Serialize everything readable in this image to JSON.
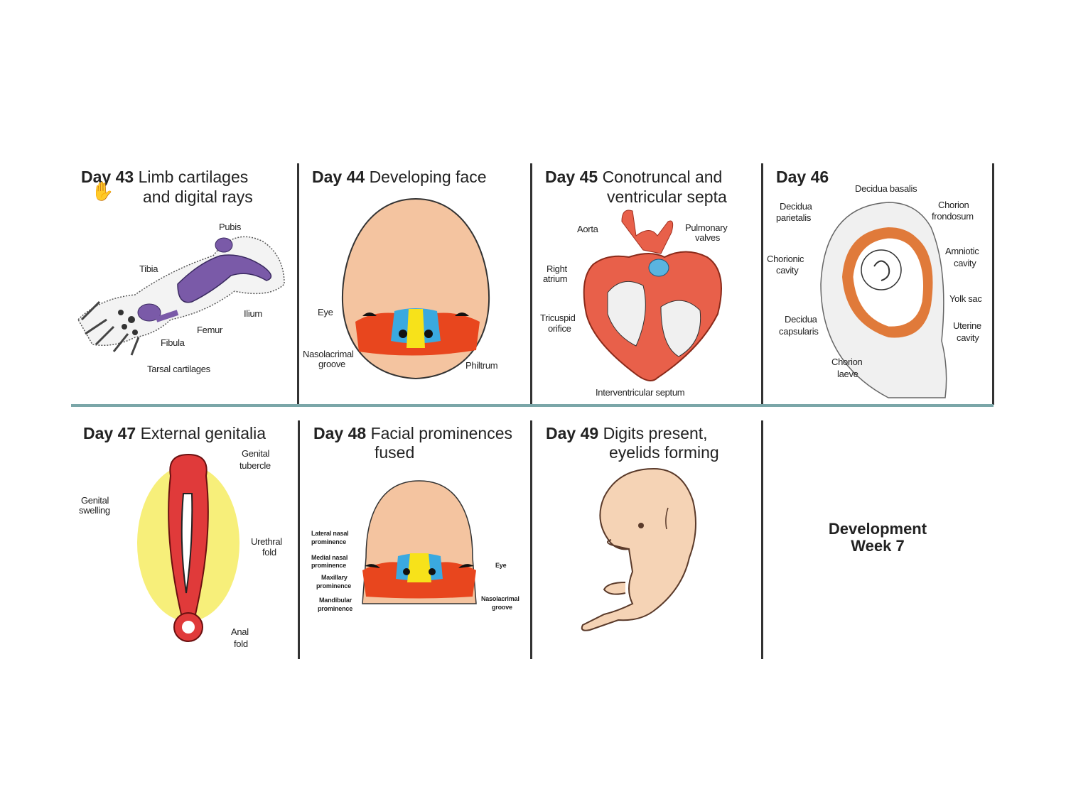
{
  "panels": [
    {
      "day": "Day 43",
      "title_line1": "Limb cartilages",
      "title_line2": "and digital rays",
      "labels": [
        "Pubis",
        "Tibia",
        "Ilium",
        "Femur",
        "Fibula",
        "Tarsal cartilages"
      ]
    },
    {
      "day": "Day 44",
      "title_line1": "Developing face",
      "labels": [
        "Eye",
        "Nasolacrimal",
        "groove",
        "Philtrum"
      ]
    },
    {
      "day": "Day 45",
      "title_line1": "Conotruncal and",
      "title_line2": "ventricular septa",
      "labels": [
        "Aorta",
        "Pulmonary",
        "valves",
        "Right",
        "atrium",
        "Tricuspid",
        "orifice",
        "Interventricular septum"
      ]
    },
    {
      "day": "Day 46",
      "labels": [
        "Decidua basalis",
        "Decidua",
        "parietalis",
        "Chorion",
        "frondosum",
        "Chorionic",
        "cavity",
        "Amniotic",
        "cavity",
        "Yolk sac",
        "Decidua",
        "capsularis",
        "Uterine",
        "cavity",
        "Chorion",
        "laeve"
      ]
    },
    {
      "day": "Day 47",
      "title_line1": "External genitalia",
      "labels": [
        "Genital",
        "tubercle",
        "Genital",
        "swelling",
        "Urethral",
        "fold",
        "Anal",
        "fold"
      ]
    },
    {
      "day": "Day 48",
      "title_line1": "Facial prominences",
      "title_line2": "fused",
      "labels": [
        "Lateral nasal",
        "prominence",
        "Medial nasal",
        "prominence",
        "Maxillary",
        "prominence",
        "Mandibular",
        "prominence",
        "Eye",
        "Nasolacrimal",
        "groove"
      ]
    },
    {
      "day": "Day 49",
      "title_line1": "Digits present,",
      "title_line2": "eyelids forming"
    }
  ],
  "summary": {
    "line1": "Development",
    "line2": "Week 7"
  },
  "colors": {
    "cartilage": "#7a5aa8",
    "face": "#f4c4a0",
    "prominence": "#e8461e",
    "medial": "#f7e21a",
    "nasal": "#3aa9e0",
    "heart": "#e8604a",
    "uterus": "#e07a3a",
    "genital": "#e03a3a",
    "swelling": "#f7ef7a",
    "divider": "#7aa6a8"
  }
}
